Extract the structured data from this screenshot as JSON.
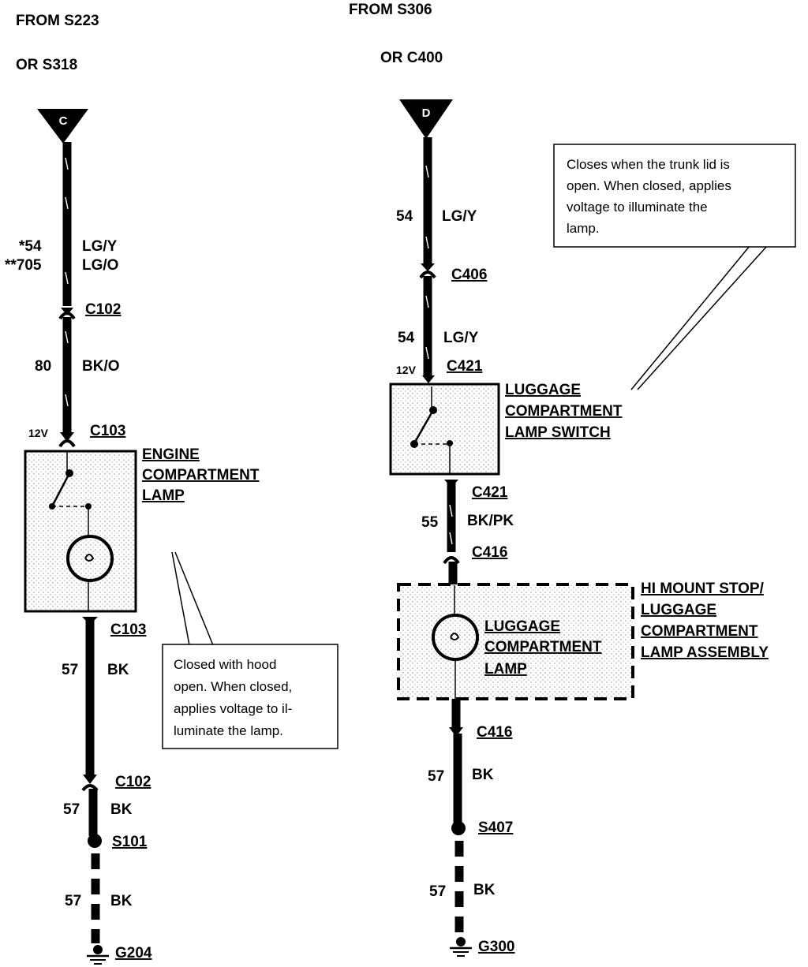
{
  "left": {
    "source_line1": "FROM S223",
    "source_line2": "OR S318",
    "source_flag": "C",
    "wire1_circuits": "*54",
    "wire1_colors": "LG/Y",
    "wire1b_circuits": "**705",
    "wire1b_colors": "LG/O",
    "conn_c102": "C102",
    "wire2_circuit": "80",
    "wire2_color": "BK/O",
    "voltage": "12V",
    "conn_c103_top": "C103",
    "component_line1": "ENGINE",
    "component_line2": "COMPARTMENT",
    "component_line3": "LAMP",
    "conn_c103_bottom": "C103",
    "wire3_circuit": "57",
    "wire3_color": "BK",
    "conn_c102_bottom": "C102",
    "wire4_circuit": "57",
    "wire4_color": "BK",
    "splice": "S101",
    "wire5_circuit": "57",
    "wire5_color": "BK",
    "ground": "G204",
    "note_line1": "Closed with hood",
    "note_line2": "open. When closed,",
    "note_line3": "applies voltage to il-",
    "note_line4": "luminate the lamp."
  },
  "right": {
    "source_line1": "FROM S306",
    "source_line2": "OR C400",
    "source_flag": "D",
    "wire1_circuit": "54",
    "wire1_color": "LG/Y",
    "conn_c406": "C406",
    "wire2_circuit": "54",
    "wire2_color": "LG/Y",
    "voltage": "12V",
    "conn_c421_top": "C421",
    "switch_line1": "LUGGAGE",
    "switch_line2": "COMPARTMENT",
    "switch_line3": "LAMP SWITCH",
    "conn_c421_bottom": "C421",
    "wire3_circuit": "55",
    "wire3_color": "BK/PK",
    "conn_c416_top": "C416",
    "assembly_line1": "HI MOUNT STOP/",
    "assembly_line2": "LUGGAGE",
    "assembly_line3": "COMPARTMENT",
    "assembly_line4": "LAMP ASSEMBLY",
    "lamp_line1": "LUGGAGE",
    "lamp_line2": "COMPARTMENT",
    "lamp_line3": "LAMP",
    "conn_c416_bottom": "C416",
    "wire4_circuit": "57",
    "wire4_color": "BK",
    "splice": "S407",
    "wire5_circuit": "57",
    "wire5_color": "BK",
    "ground": "G300",
    "note_line1": "Closes when the trunk lid is",
    "note_line2": "open. When closed, applies",
    "note_line3": "voltage to illuminate the",
    "note_line4": "lamp."
  }
}
